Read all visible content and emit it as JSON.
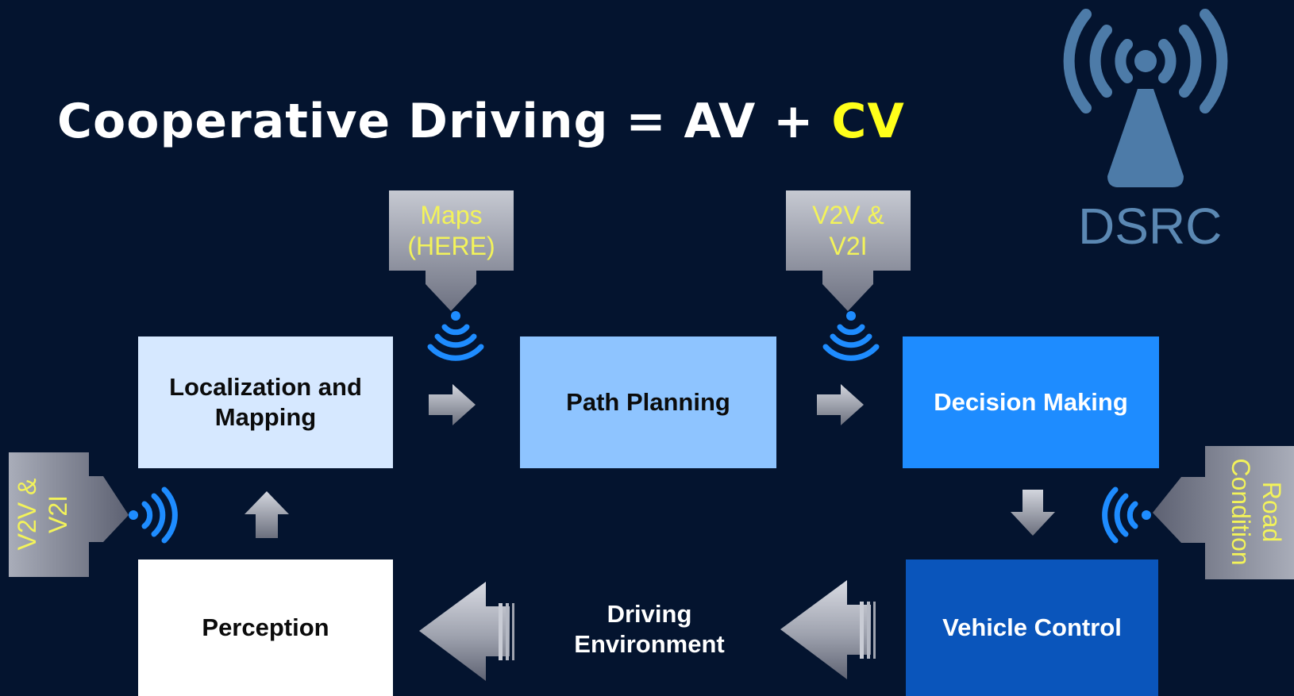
{
  "title": {
    "prefix": "Cooperative Driving = AV + ",
    "highlight": "CV"
  },
  "dsrc": {
    "label": "DSRC",
    "icon": "radio-tower-icon"
  },
  "boxes": {
    "localization": "Localization and Mapping",
    "path_planning": "Path Planning",
    "decision_making": "Decision Making",
    "perception": "Perception",
    "vehicle_control": "Vehicle Control"
  },
  "environment_label": "Driving Environment",
  "inputs": {
    "maps": "Maps (HERE)",
    "v2v_top": "V2V & V2I",
    "v2v_left": "V2V & V2I",
    "road_condition": "Road Condition"
  },
  "colors": {
    "background": "#04142f",
    "localization": "#d6e8ff",
    "path_planning": "#8ec4ff",
    "decision_making": "#1e8cff",
    "perception": "#ffffff",
    "vehicle_control": "#0a55bb",
    "highlight": "#ffff1a",
    "signal": "#1e8cff"
  }
}
